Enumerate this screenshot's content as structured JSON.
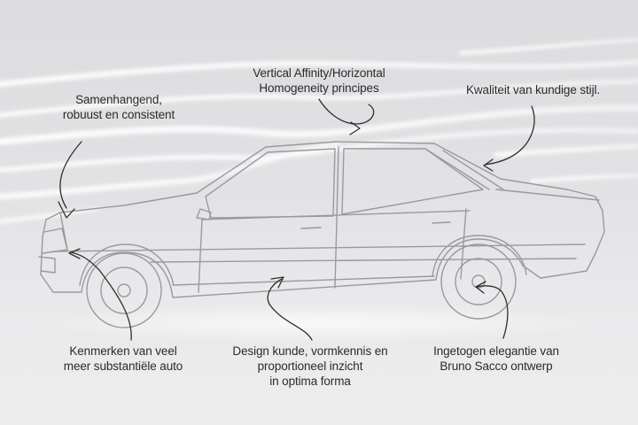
{
  "annotations": {
    "top_left": {
      "lines": [
        "Samenhangend,",
        "robuust en consistent"
      ]
    },
    "top_center": {
      "lines": [
        "Vertical Affinity/Horizontal",
        "Homogeneity principes"
      ]
    },
    "top_right": {
      "lines": [
        "Kwaliteit van kundige stijl."
      ]
    },
    "bottom_left": {
      "lines": [
        "Kenmerken van veel",
        "meer substantiële auto"
      ]
    },
    "bottom_center": {
      "lines": [
        "Design kunde, vormkennis en",
        "proportioneel inzicht",
        "in optima forma"
      ]
    },
    "bottom_right": {
      "lines": [
        "Ingetogen elegantie van",
        "Bruno Sacco ontwerp"
      ]
    }
  },
  "colors": {
    "background": "#e4e4e6",
    "ink": "#2b2b2b",
    "car_line": "#9a9a9e",
    "wind_streak": "#ffffff"
  }
}
